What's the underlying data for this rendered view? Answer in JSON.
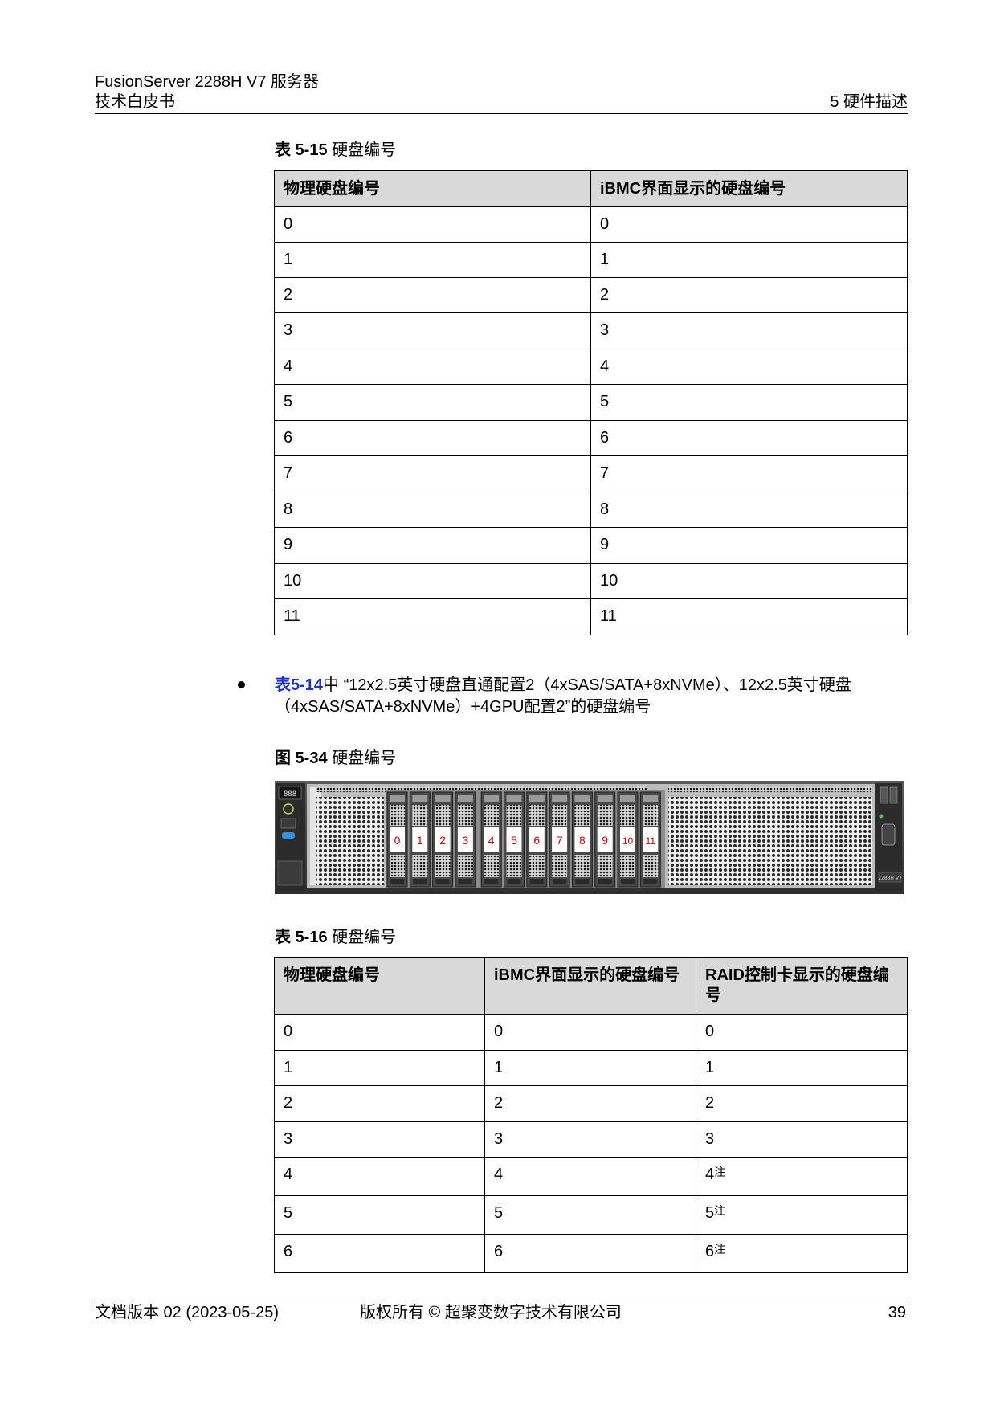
{
  "header": {
    "product": "FusionServer 2288H V7 服务器",
    "doc_type": "技术白皮书",
    "chapter": "5 硬件描述"
  },
  "table1": {
    "caption_label": "表 5-15",
    "caption_title": "硬盘编号",
    "headers": [
      "物理硬盘编号",
      "iBMC界面显示的硬盘编号"
    ],
    "rows": [
      [
        "0",
        "0"
      ],
      [
        "1",
        "1"
      ],
      [
        "2",
        "2"
      ],
      [
        "3",
        "3"
      ],
      [
        "4",
        "4"
      ],
      [
        "5",
        "5"
      ],
      [
        "6",
        "6"
      ],
      [
        "7",
        "7"
      ],
      [
        "8",
        "8"
      ],
      [
        "9",
        "9"
      ],
      [
        "10",
        "10"
      ],
      [
        "11",
        "11"
      ]
    ]
  },
  "bullet": {
    "ref": "表5-14",
    "text": "中 “12x2.5英寸硬盘直通配置2（4xSAS/SATA+8xNVMe）、12x2.5英寸硬盘（4xSAS/SATA+8xNVMe）+4GPU配置2”的硬盘编号"
  },
  "figure": {
    "caption_label": "图 5-34",
    "caption_title": "硬盘编号",
    "slot_labels": [
      "0",
      "1",
      "2",
      "3",
      "4",
      "5",
      "6",
      "7",
      "8",
      "9",
      "10",
      "11"
    ],
    "panel_display": "888",
    "model_badge": "2288H V7",
    "colors": {
      "slot_label": "#cc0000",
      "chassis": "#3a3a3a",
      "panel": "#2b2b2b"
    }
  },
  "table2": {
    "caption_label": "表 5-16",
    "caption_title": "硬盘编号",
    "headers": [
      "物理硬盘编号",
      "iBMC界面显示的硬盘编号",
      "RAID控制卡显示的硬盘编号"
    ],
    "rows": [
      [
        "0",
        "0",
        "0"
      ],
      [
        "1",
        "1",
        "1"
      ],
      [
        "2",
        "2",
        "2"
      ],
      [
        "3",
        "3",
        "3"
      ],
      [
        "4",
        "4",
        "4"
      ],
      [
        "5",
        "5",
        "5"
      ],
      [
        "6",
        "6",
        "6"
      ]
    ],
    "note_mark": "注"
  },
  "footer": {
    "version": "文档版本 02 (2023-05-25)",
    "copyright": "版权所有 © 超聚变数字技术有限公司",
    "page": "39"
  }
}
